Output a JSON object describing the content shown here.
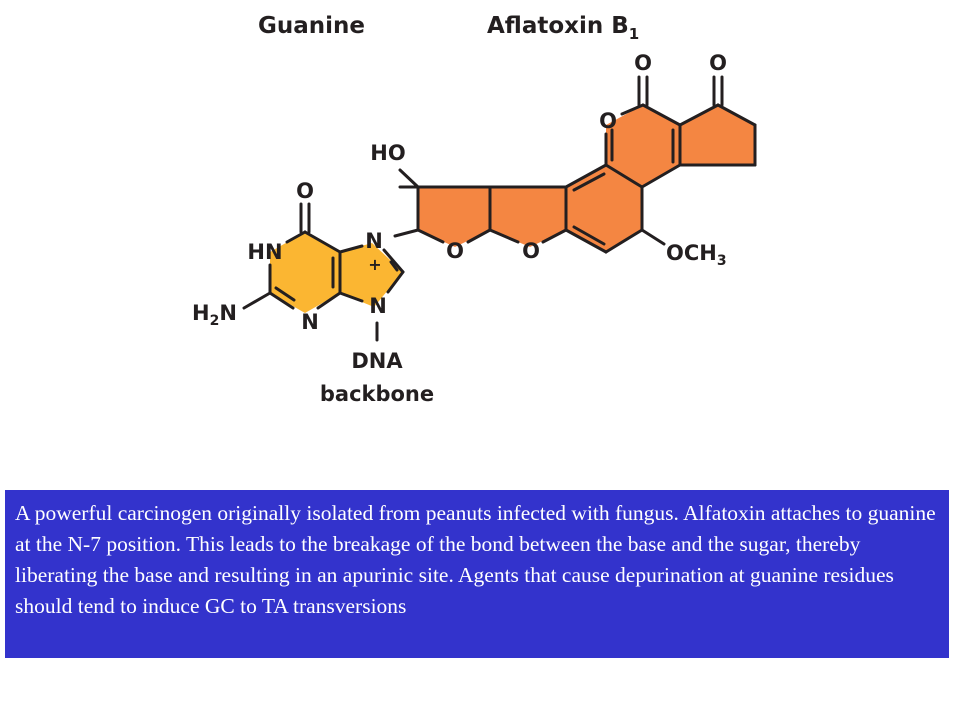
{
  "labels": {
    "guanine_title": "Guanine",
    "aflatoxin_title": "Aflatoxin B",
    "aflatoxin_subscript": "1",
    "carbonyl_o": "O",
    "ring_o": "O",
    "ho": "HO",
    "hn": "HN",
    "n": "N",
    "n_plus": "+",
    "h2n_h": "H",
    "h2n_sub": "2",
    "h2n_n": "N",
    "och3_main": "OCH",
    "och3_sub": "3",
    "dna": "DNA",
    "backbone": "backbone"
  },
  "caption": {
    "text": "A powerful carcinogen originally isolated from peanuts infected with fungus. Alfatoxin attaches to guanine at the N-7  position. This leads to the breakage of the bond between the base and the sugar, thereby liberating the base and resulting in an apurinic site. Agents that cause depurination at guanine residues should tend to induce GC to TA transversions"
  },
  "colors": {
    "guanine_fill": "#fbb632",
    "aflatoxin_fill": "#f48642",
    "caption_background": "#3333cc",
    "caption_text": "#ffffff",
    "bond": "#231f20"
  }
}
